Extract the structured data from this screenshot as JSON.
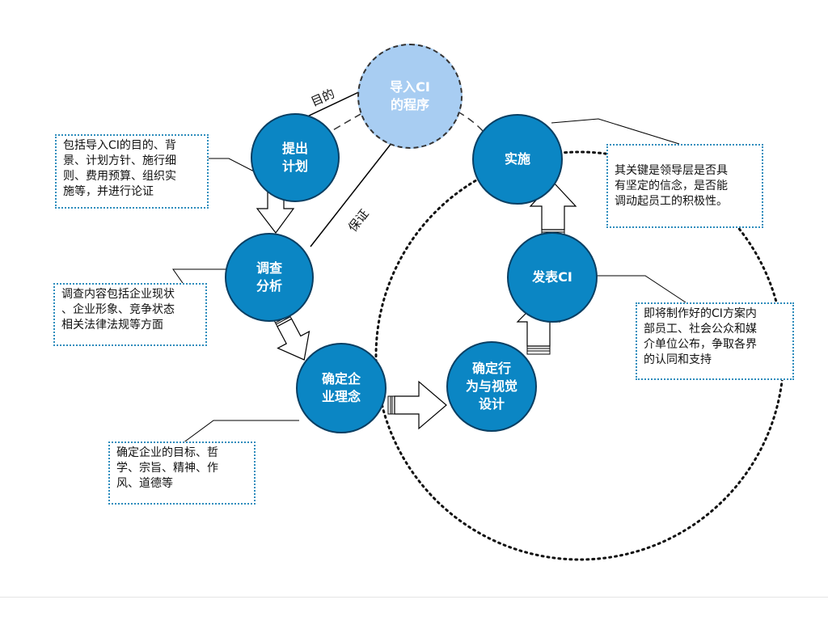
{
  "colors": {
    "node_fill": "#0b86c4",
    "node_border": "#0a3f63",
    "center_fill": "#a8cdf2",
    "note_border": "#2e8dbd"
  },
  "nodes": {
    "center": "导入CI\n的程序",
    "plan": "提出\n计划",
    "survey": "调查\n分析",
    "concept": "确定企\n业理念",
    "design": "确定行\n为与视觉\n设计",
    "publish": "发表CI",
    "implement": "实施"
  },
  "edge_labels": {
    "purpose": "目的",
    "guarantee": "保证"
  },
  "notes": {
    "plan": "包括导入CI的目的、背\n景、计划方针、施行细\n则、费用预算、组织实\n施等，并进行论证",
    "survey": "调查内容包括企业现状\n、企业形象、竞争状态\n相关法律法规等方面",
    "concept": "确定企业的目标、哲\n学、宗旨、精神、作\n风、道德等",
    "implement": "其关键是领导层是否具\n有坚定的信念，是否能\n调动起员工的积极性。",
    "publish": "即将制作好的CI方案内\n部员工、社会公众和媒\n介单位公布，争取各界\n的认同和支持"
  }
}
